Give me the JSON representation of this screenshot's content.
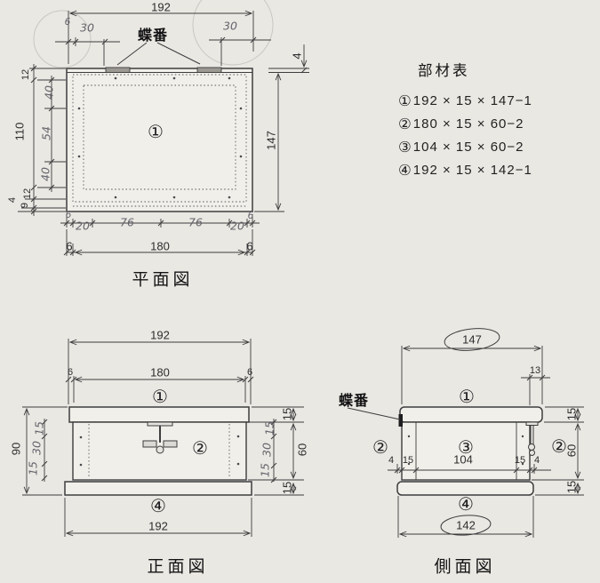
{
  "colors": {
    "paper": "#eae8e2",
    "ink": "#3d3d3f",
    "pencil": "#64646c"
  },
  "parts_table": {
    "title": "部材表",
    "items": [
      {
        "no": "①",
        "spec": "192 × 15 × 147−1"
      },
      {
        "no": "②",
        "spec": "180 × 15 × 60−2"
      },
      {
        "no": "③",
        "spec": "104 × 15 × 60−2"
      },
      {
        "no": "④",
        "spec": "192 × 15 × 142−1"
      }
    ]
  },
  "plan": {
    "caption": "平面図",
    "hinge_label": "蝶番",
    "part_no": "①",
    "d192": "192",
    "d6_top": "6",
    "d30_left": "30",
    "d30_right": "30",
    "d4_right": "4",
    "d147": "147",
    "d12_top": "12",
    "d40_upper": "40",
    "d54": "54",
    "d40_lower": "40",
    "d110": "110",
    "d12_bottom": "12",
    "d9": "9",
    "d4_bottom": "4",
    "d6_bl": "6",
    "d20_left": "20",
    "d76_left": "76",
    "d76_right": "76",
    "d20_right": "20",
    "d6_br": "6",
    "d6_left2": "6",
    "d180": "180",
    "d6_right2": "6"
  },
  "front": {
    "caption": "正面図",
    "lid_no": "①",
    "body_no": "②",
    "base_no": "④",
    "d192_top": "192",
    "d6_left": "6",
    "d180": "180",
    "d6_right": "6",
    "d90": "90",
    "left_chain": [
      "15",
      "30",
      "15"
    ],
    "right_chain": [
      "15",
      "30",
      "15"
    ],
    "d15_top": "15",
    "d60": "60",
    "d15_bottom": "15",
    "d192_bottom": "192"
  },
  "side": {
    "caption": "側面図",
    "hinge_label": "蝶番",
    "lid_no": "①",
    "front_wall_no": "②",
    "side_wall_no": "③",
    "back_wall_no": "②",
    "base_no": "④",
    "d147": "147",
    "d13": "13",
    "d4_left": "4",
    "d15_left": "15",
    "d104": "104",
    "d15_right": "15",
    "d4_right": "4",
    "d15_top": "15",
    "d60": "60",
    "d15_bottom": "15",
    "d142": "142"
  }
}
